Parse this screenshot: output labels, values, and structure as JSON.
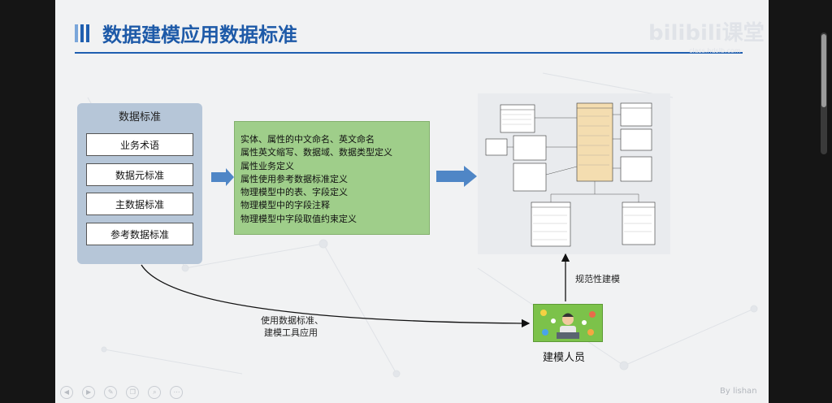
{
  "slide": {
    "title": "数据建模应用数据标准",
    "brand": "bilibili课堂",
    "brand_sub": "class.hdslb.com",
    "footer": "By lishan"
  },
  "standards_panel": {
    "title": "数据标准",
    "items": [
      "业务术语",
      "数据元标准",
      "主数据标准",
      "参考数据标准"
    ]
  },
  "definitions": {
    "lines": [
      "实体、属性的中文命名、英文命名",
      "属性英文缩写、数据域、数据类型定义",
      "属性业务定义",
      "属性使用参考数据标准定义",
      "物理模型中的表、字段定义",
      "物理模型中的字段注释",
      "物理模型中字段取值约束定义"
    ]
  },
  "annotations": {
    "normative_modeling": "规范性建模",
    "modeler": "建模人员",
    "usage_line1": "使用数据标准、",
    "usage_line2": "建模工具应用"
  },
  "toolbar": {
    "buttons": [
      "prev-icon",
      "next-icon",
      "pen-icon",
      "copy-icon",
      "zoom-icon",
      "menu-icon"
    ]
  },
  "colors": {
    "title_blue": "#1e5aa8",
    "panel_blue": "#b6c6d8",
    "green_box": "#9fce8a",
    "arrow_blue": "#4f86c6"
  }
}
